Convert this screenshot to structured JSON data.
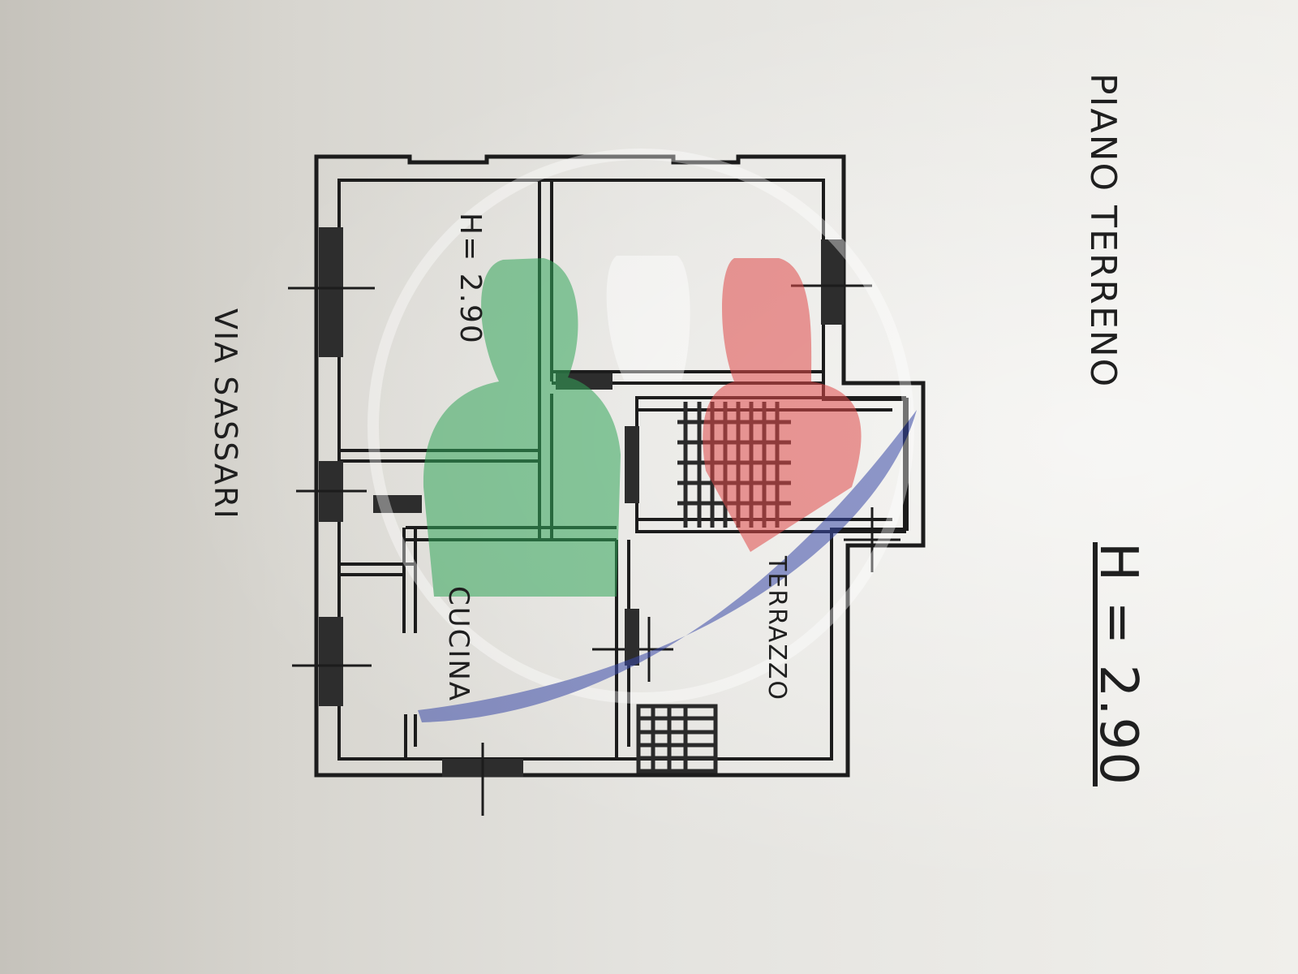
{
  "labels": {
    "floor_title": "PIANO TERRENO",
    "height_main": "H = 2.90",
    "room_height": "H= 2.90",
    "kitchen": "CUCINA",
    "terrace": "TERRAZZO",
    "street": "VIA SASSARI"
  },
  "watermark": {
    "logo_description_colors": {
      "green": "#33a65a",
      "white": "#ffffff",
      "red": "#e04a4a",
      "blue": "#3a4aa8"
    }
  }
}
